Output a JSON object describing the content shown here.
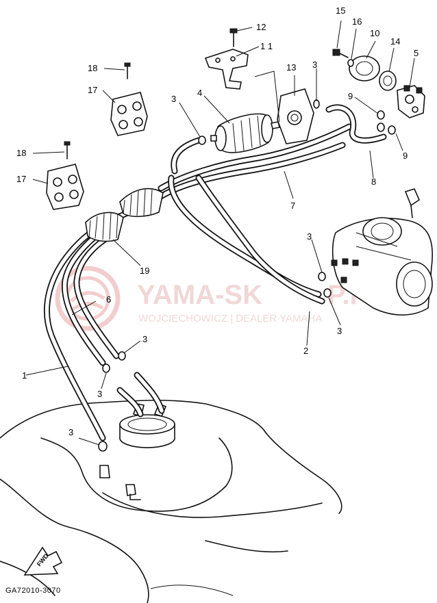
{
  "watermark": {
    "brand": "YAMA-SK",
    "brand_tail": "P.PL",
    "subtitle": "WOJCIECHOWICZ | DEALER YAMAHA",
    "color": "#e9a6a6"
  },
  "figure_code": "GA72010-3070",
  "fwd_label": "FWD",
  "callouts": {
    "c1": "1",
    "c2": "2",
    "c3_a": "3",
    "c3_b": "3",
    "c3_c": "3",
    "c3_d": "3",
    "c3_e": "3",
    "c3_f": "3",
    "c3_g": "3",
    "c4": "4",
    "c5": "5",
    "c6": "6",
    "c7": "7",
    "c8": "8",
    "c9_a": "9",
    "c9_b": "9",
    "c10": "10",
    "c11": "1 1",
    "c12": "12",
    "c13": "13",
    "c14": "14",
    "c15": "15",
    "c16": "16",
    "c17_a": "17",
    "c17_b": "17",
    "c18_a": "18",
    "c18_b": "18",
    "c19": "19"
  }
}
